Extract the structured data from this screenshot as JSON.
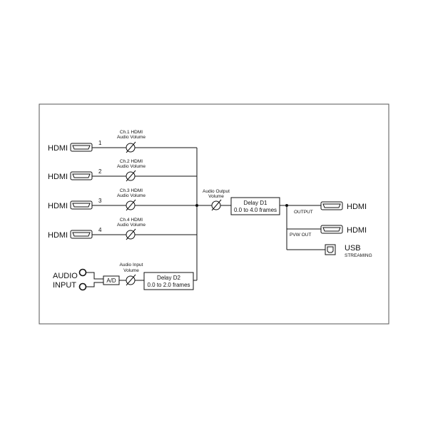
{
  "inputs": [
    {
      "label": "HDMI",
      "channel": "1",
      "volume_line1": "Ch.1 HDMI",
      "volume_line2": "Audio Volume"
    },
    {
      "label": "HDMI",
      "channel": "2",
      "volume_line1": "Ch.2 HDMI",
      "volume_line2": "Audio Volume"
    },
    {
      "label": "HDMI",
      "channel": "3",
      "volume_line1": "Ch.3 HDMI",
      "volume_line2": "Audio Volume"
    },
    {
      "label": "HDMI",
      "channel": "4",
      "volume_line1": "Ch.4 HDMI",
      "volume_line2": "Audio Volume"
    }
  ],
  "audio_input": {
    "label_line1": "AUDIO",
    "label_line2": "INPUT",
    "ad_label": "A/D",
    "volume_line1": "Audio Input",
    "volume_line2": "Volume",
    "delay_line1": "Delay D2",
    "delay_line2": "0.0 to 2.0 frames"
  },
  "output_volume": {
    "line1": "Audio Output",
    "line2": "Volume"
  },
  "delay_d1": {
    "line1": "Delay D1",
    "line2": "0.0 to 4.0 frames"
  },
  "outputs": [
    {
      "path_label": "OUTPUT",
      "label": "HDMI"
    },
    {
      "path_label": "PVW  OUT",
      "label": "HDMI"
    }
  ],
  "usb": {
    "line1": "USB",
    "line2": "STREAMING"
  }
}
